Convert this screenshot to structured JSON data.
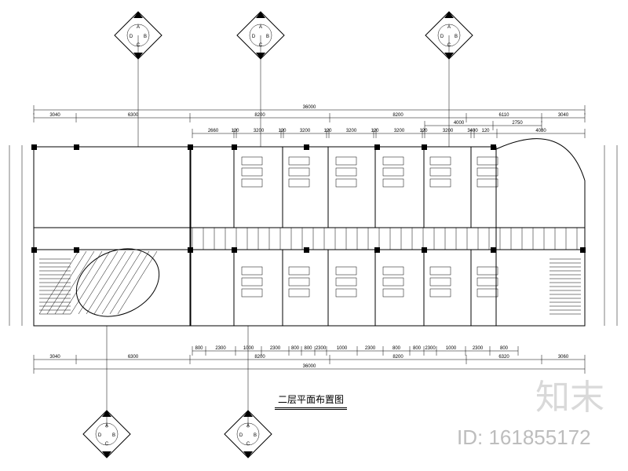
{
  "drawing": {
    "title": "二层平面布置图",
    "top_dims_overall": "36000",
    "top_dims_row2": [
      "3040",
      "6300",
      "8200",
      "8200",
      "6110",
      "3040"
    ],
    "top_dims_row3": [
      "2660",
      "120",
      "3200",
      "120",
      "3200",
      "120",
      "3200",
      "120",
      "3200",
      "120",
      "3200",
      "3400",
      "120",
      "4080"
    ],
    "top_dims_extra": [
      "4000",
      "2750"
    ],
    "bottom_dims_row1": [
      "800",
      "2300",
      "1000",
      "2300",
      "800",
      "800",
      "2300",
      "1000",
      "2300",
      "800",
      "800",
      "2300",
      "1000",
      "2300",
      "800"
    ],
    "bottom_dims_row2": [
      "3040",
      "6300",
      "8200",
      "8200",
      "6320",
      "3060"
    ],
    "bottom_dims_overall": "36000",
    "section_marker_labels": [
      "A",
      "B",
      "C",
      "D"
    ]
  },
  "watermark": {
    "logo": "知末",
    "id": "ID: 161855172"
  }
}
